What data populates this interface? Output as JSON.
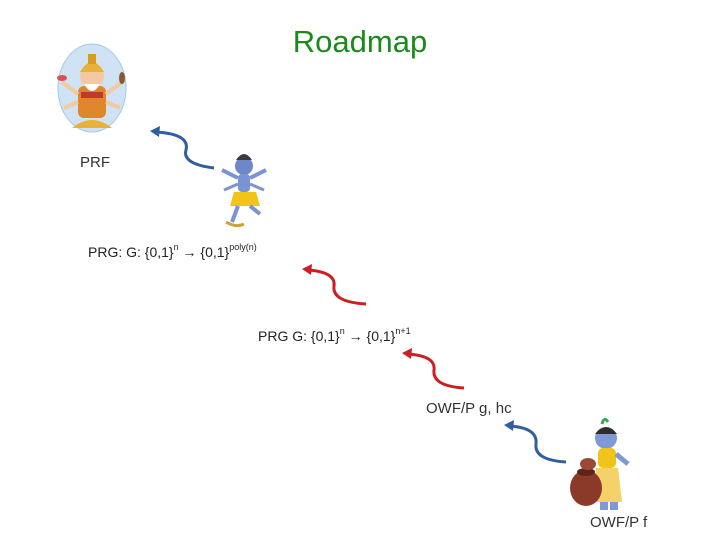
{
  "slide": {
    "title": "Roadmap",
    "labels": {
      "prf": "PRF",
      "owfp_ghc": "OWF/P  g, hc",
      "owfp_f": "OWF/P f"
    },
    "formula_poly": {
      "prefix": "PRG:  G:  {0,1}",
      "exp1": "n",
      "arrow": " → {0,1}",
      "exp2": "poly(n)"
    },
    "formula_n1": {
      "prefix": "PRG  G:  {0,1}",
      "exp1": "n",
      "arrow": " → {0,1}",
      "exp2": "n+1"
    },
    "colors": {
      "title": "#1a8a1a",
      "arrow_blue": "#2f5fa0",
      "arrow_red": "#cc1f1f"
    },
    "icons": [
      "deity-four-headed-icon",
      "deity-dancing-blue-icon",
      "deity-child-pot-icon"
    ]
  }
}
